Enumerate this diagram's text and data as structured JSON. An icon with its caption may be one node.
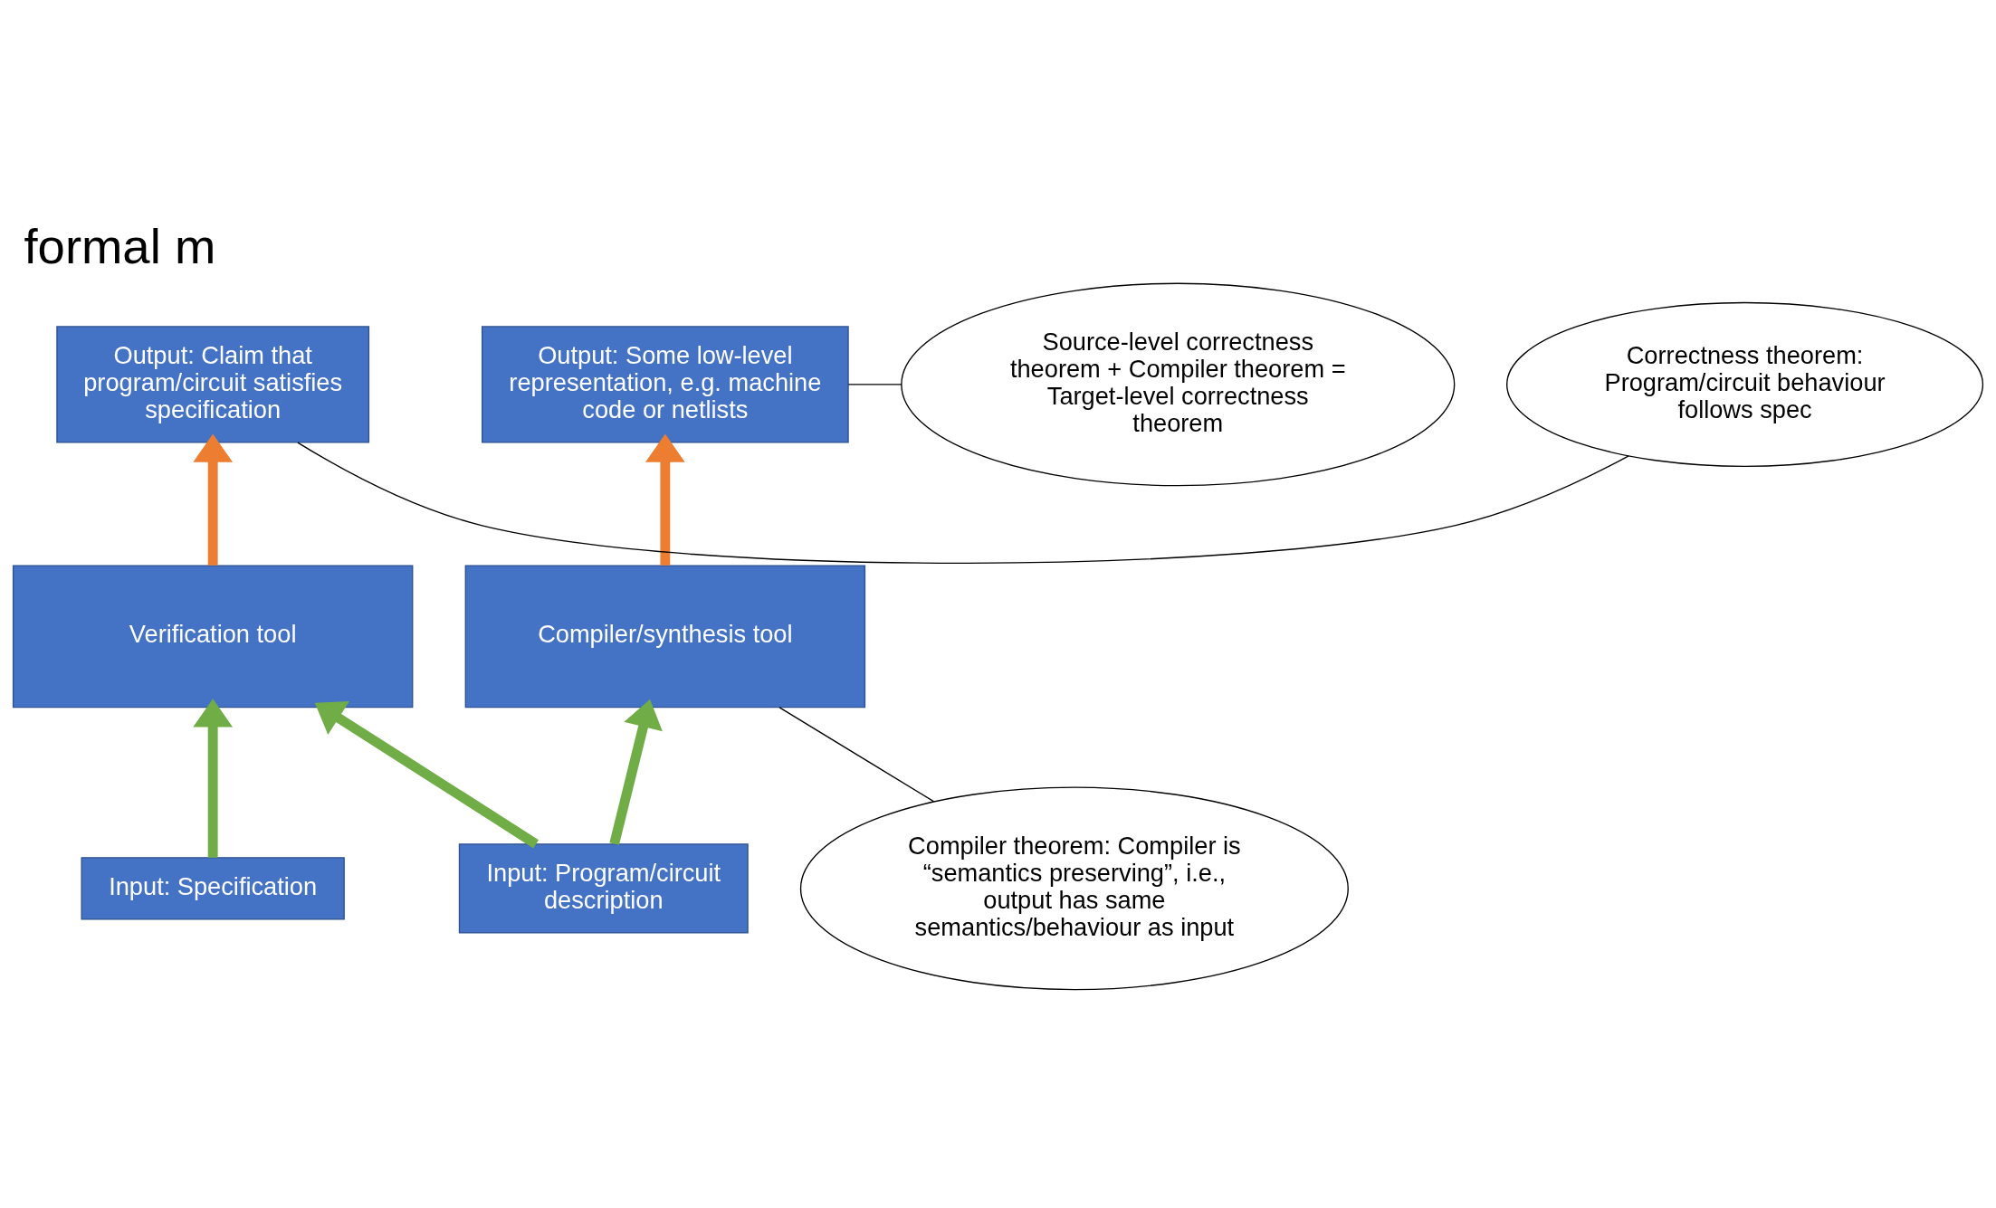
{
  "diagram": {
    "title": "formal m",
    "nodes": [
      {
        "text": [
          "Output: Claim that program/circuit satisfies specification"
        ]
      },
      {
        "text": [
          "Output: Some low-level representation, e.g. machine code or netlists"
        ]
      },
      {
        "text": [
          "Verification tool"
        ]
      },
      {
        "text": [
          "Compiler/synthesis tool"
        ]
      },
      {
        "text": [
          "Input: Specification"
        ]
      },
      {
        "text": [
          "Input: Program/circuit description"
        ]
      },
      {
        "text": [
          "Correctness theorem: Program/circuit behaviour follows spec"
        ]
      },
      {
        "text": [
          "Source-level correctness theorem + Compiler theorem = Target-level correctness theorem"
        ]
      },
      {
        "text": [
          "Compiler theorem: Compiler is “semantics preserving”, i.e., output has same semantics/behaviour as input"
        ]
      }
    ],
    "edges": [
      {
        "from": 4,
        "to": 2,
        "arrow": "to",
        "color": "#70ad47"
      },
      {
        "from": 5,
        "to": 2,
        "arrow": "to",
        "color": "#70ad47"
      },
      {
        "from": 5,
        "to": 3,
        "arrow": "to",
        "color": "#70ad47"
      },
      {
        "from": 2,
        "to": 0,
        "arrow": "to",
        "color": "#ed7d31"
      },
      {
        "from": 3,
        "to": 1,
        "arrow": "to",
        "color": "#ed7d31"
      },
      {
        "from": 6,
        "to": 0,
        "arrow": "none",
        "color": "#000000"
      },
      {
        "from": 7,
        "to": 1,
        "arrow": "none",
        "color": "#000000"
      },
      {
        "from": 8,
        "to": 3,
        "arrow": "none",
        "color": "#000000"
      }
    ]
  }
}
